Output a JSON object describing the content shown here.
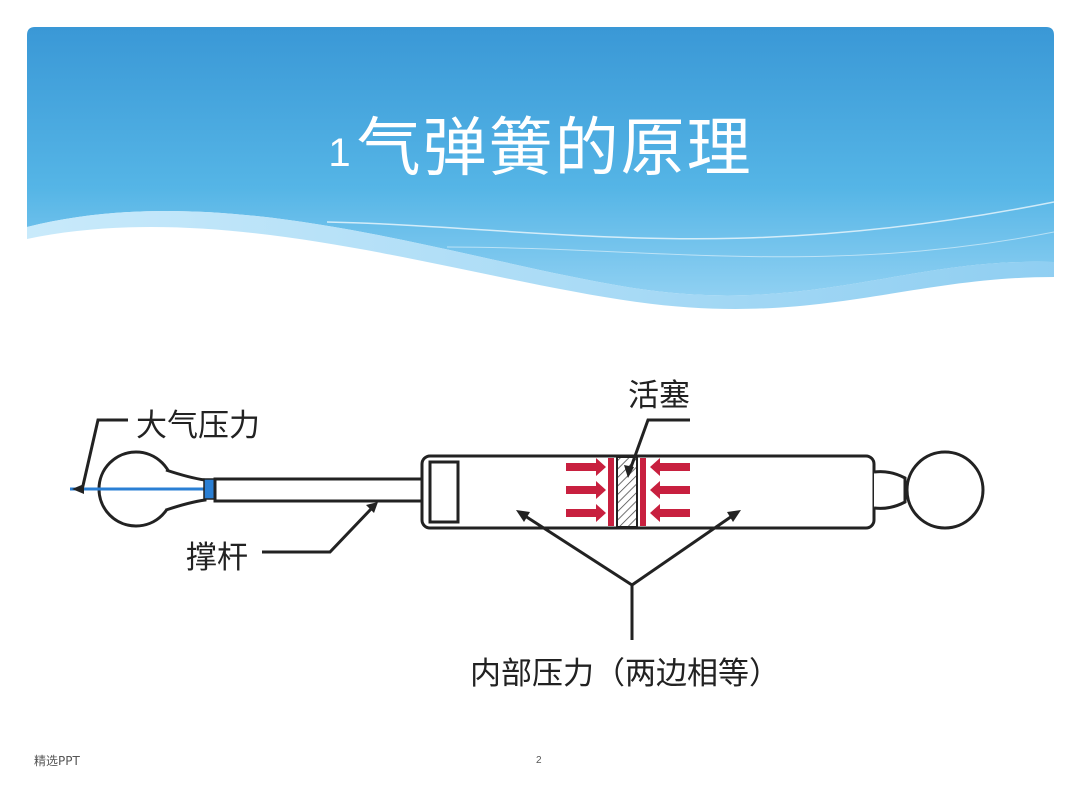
{
  "slide": {
    "title_number": "1",
    "title_text": "气弹簧的原理"
  },
  "diagram": {
    "labels": {
      "atmospheric_pressure": "大气压力",
      "piston": "活塞",
      "rod": "撑杆",
      "internal_pressure": "内部压力（两边相等）"
    },
    "colors": {
      "header_top": "#3a98d6",
      "header_bottom": "#8fd0f2",
      "pressure_arrows": "#c8203f",
      "rod_highlight": "#2a7fd4"
    }
  },
  "footer": {
    "source": "精选PPT",
    "page_number": "2"
  }
}
